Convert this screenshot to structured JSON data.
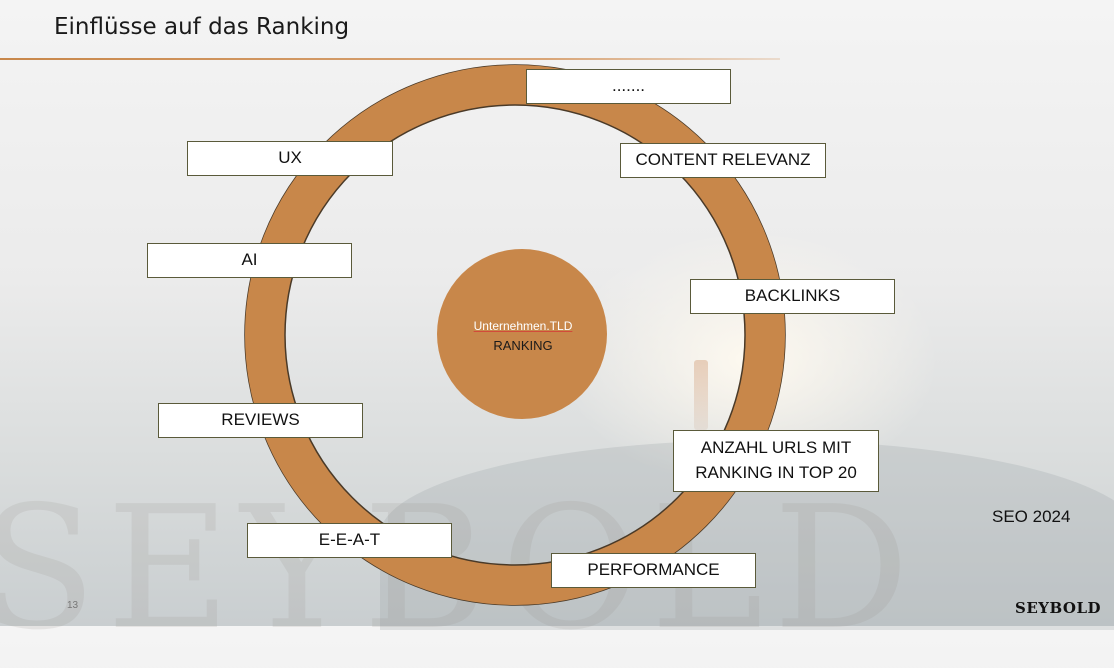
{
  "slide": {
    "title": "Einflüsse auf das Ranking",
    "page_number": "13",
    "brand": "SEYBOLD",
    "watermark": "SEYBOLD",
    "tag": "SEO 2024"
  },
  "diagram": {
    "center": {
      "line1": "Unternehmen.TLD",
      "line2": "RANKING"
    },
    "factors": {
      "more": ".......",
      "content": "CONTENT RELEVANZ",
      "backlinks": "BACKLINKS",
      "urls_top20": "ANZAHL URLS MIT RANKING IN TOP 20",
      "performance": "PERFORMANCE",
      "eeat": "E-E-A-T",
      "reviews": "REVIEWS",
      "ai": "AI",
      "ux": "UX"
    }
  },
  "colors": {
    "ring": "#c8874a",
    "ring_border": "#4a3a28",
    "accent_rule": "#c8874a"
  }
}
